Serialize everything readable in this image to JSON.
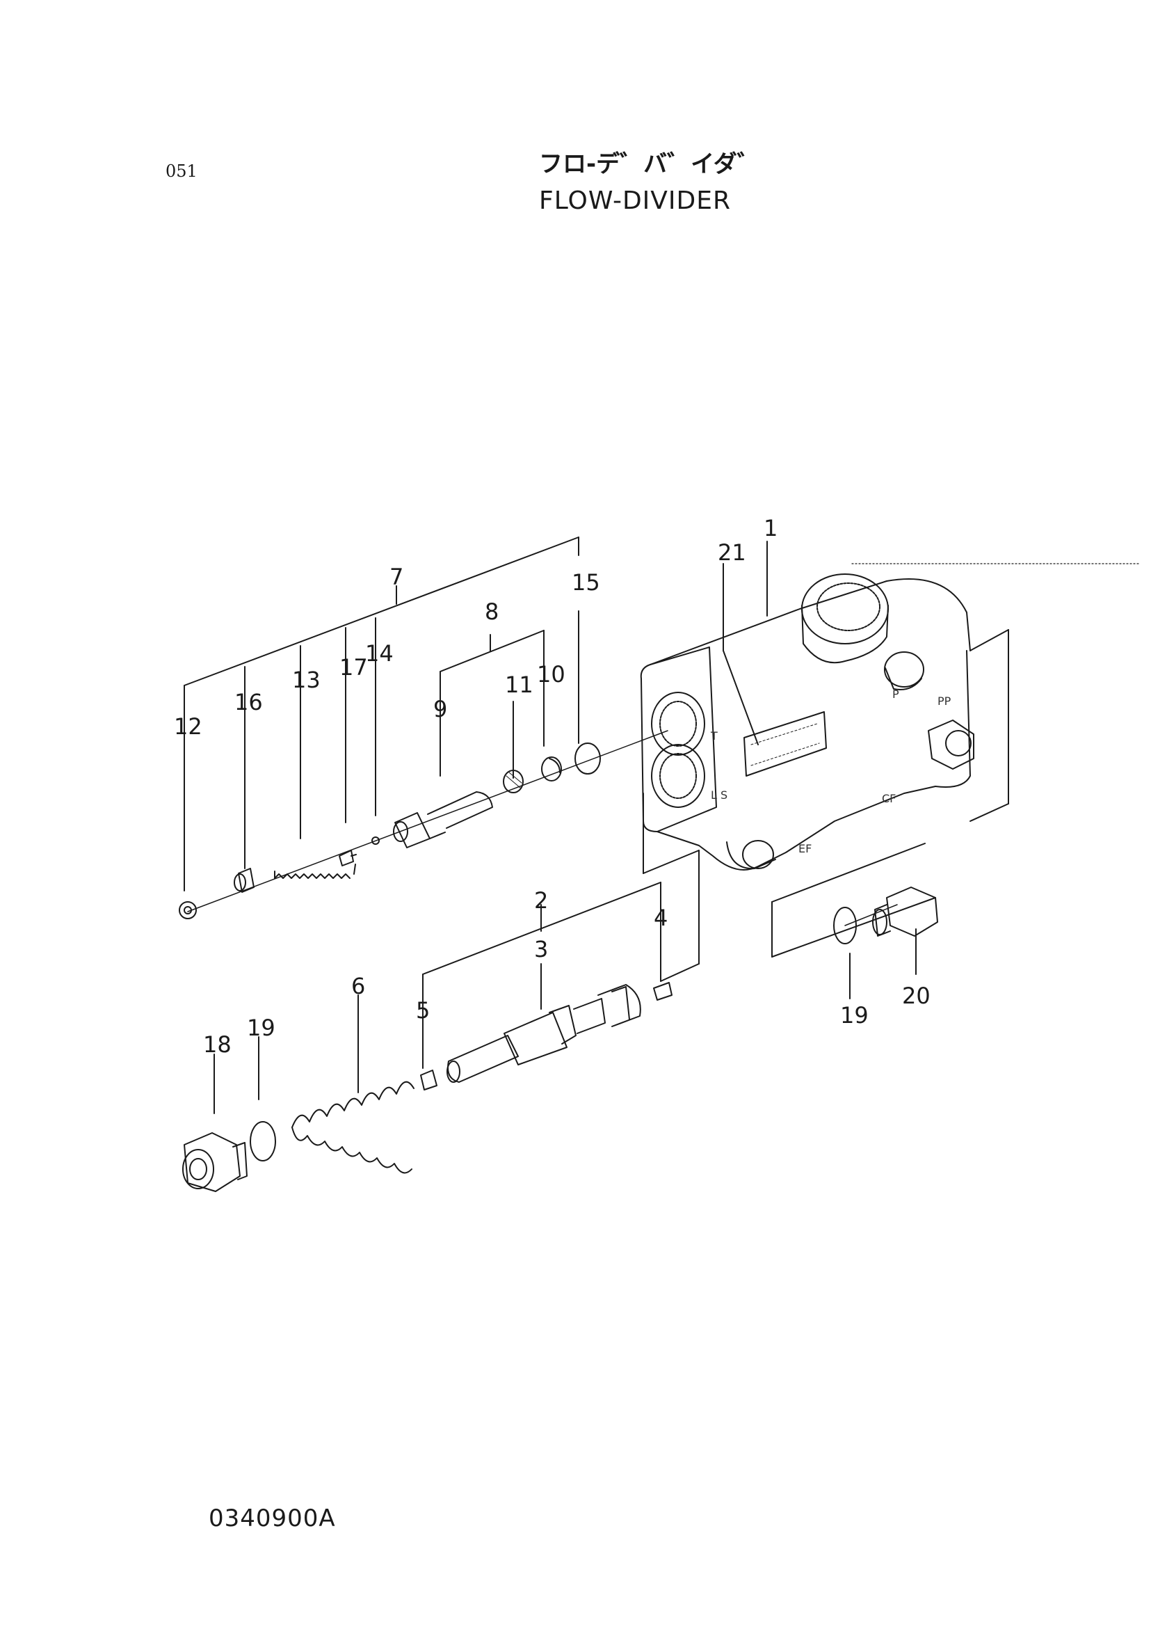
{
  "header": {
    "page_number": "051",
    "title_jp": "フロ-デ゛バ゛イダ゛",
    "title_en": "FLOW-DIVIDER"
  },
  "footer": {
    "doc_code": "0340900A"
  },
  "callouts": {
    "c1": "1",
    "c2": "2",
    "c3": "3",
    "c4": "4",
    "c5": "5",
    "c6": "6",
    "c7": "7",
    "c8": "8",
    "c9": "9",
    "c10": "10",
    "c11": "11",
    "c12": "12",
    "c13": "13",
    "c14": "14",
    "c15": "15",
    "c16": "16",
    "c17": "17",
    "c18": "18",
    "c19a": "19",
    "c19b": "19",
    "c20": "20",
    "c21": "21"
  },
  "ports": {
    "t": "T",
    "ls": "L S",
    "p": "P",
    "pp": "PP",
    "cf": "CF",
    "ef": "EF"
  }
}
